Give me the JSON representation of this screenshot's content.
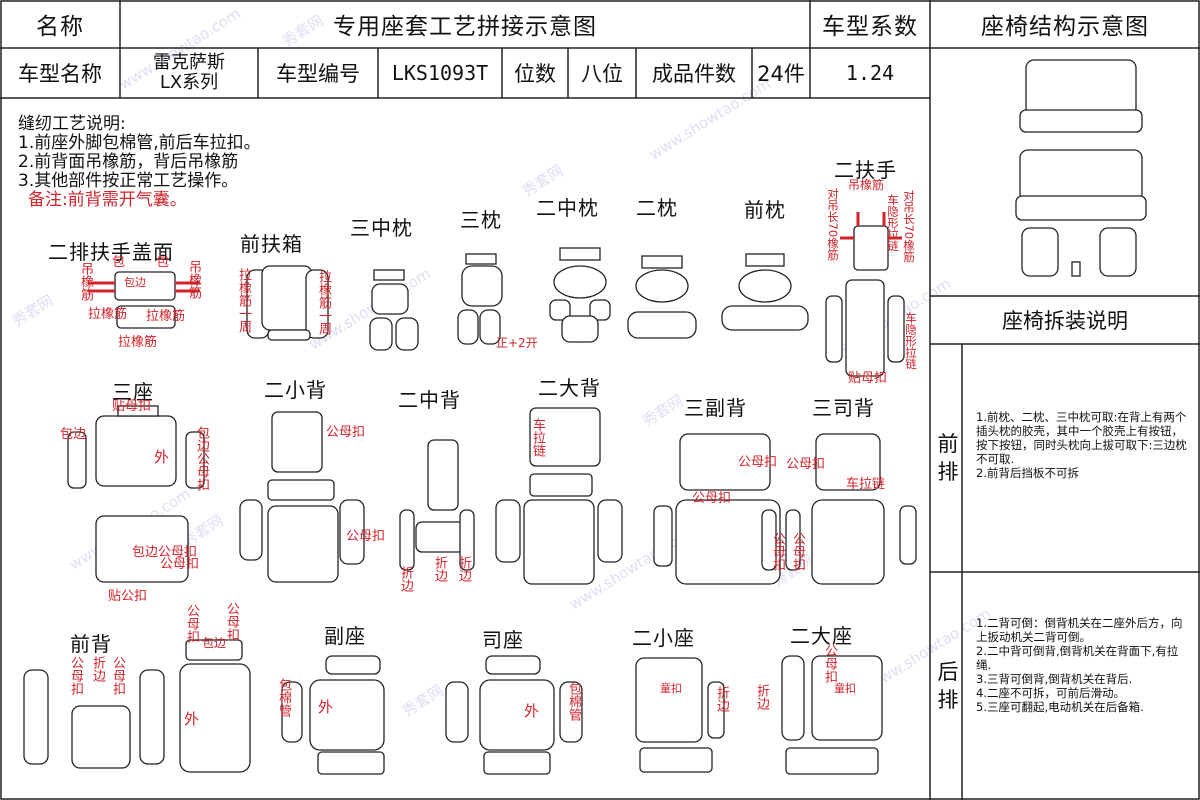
{
  "header": {
    "name_label": "名称",
    "title": "专用座套工艺拼接示意图",
    "coef_label": "车型系数",
    "structure_label": "座椅结构示意图",
    "model_name_label": "车型名称",
    "model_name_line1": "雷克萨斯",
    "model_name_line2": "LX系列",
    "model_code_label": "车型编号",
    "model_code": "LKS1093T",
    "seats_label": "位数",
    "seats": "八位",
    "pieces_label": "成品件数",
    "pieces": "24件",
    "coef": "1.24"
  },
  "notes": {
    "title": "缝纫工艺说明:",
    "items": [
      "1.前座外脚包棉管,前后车拉扣。",
      "2.前背面吊橡筋，背后吊橡筋",
      "3.其他部件按正常工艺操作。"
    ],
    "remark": "备注:前背需开气囊。"
  },
  "parts": {
    "armrest_cover": "二排扶手盖面",
    "front_box": "前扶箱",
    "third_mid_pillow": "三中枕",
    "third_pillow": "三枕",
    "second_mid_pillow": "二中枕",
    "second_pillow": "二枕",
    "front_pillow": "前枕",
    "second_armrest": "二扶手",
    "third_seat": "三座",
    "second_small_back": "二小背",
    "second_mid_back": "二中背",
    "second_big_back": "二大背",
    "third_passenger_back": "三副背",
    "third_driver_back": "三司背",
    "front_back": "前背",
    "passenger_seat": "副座",
    "driver_seat": "司座",
    "second_small_seat": "二小座",
    "second_big_seat": "二大座"
  },
  "annotations": {
    "hang_elastic": "吊橡筋",
    "wrap": "包",
    "wrap_edge": "包边",
    "pull_elastic": "拉橡筋",
    "pull_elastic_around": "拉橡筋一周",
    "open_2": "正+2开",
    "hang_elastic_top": "吊橡筋",
    "car_hidden_zip": "车隐形拉链",
    "hang_70": "对吊长70橡筋",
    "stick_male": "贴母扣",
    "male_female_snap": "公母扣",
    "outer": "外",
    "wrap_edge_snap": "包边公母扣",
    "stick_snap": "贴公扣",
    "car_zip": "车拉链",
    "fold_edge": "折边",
    "wrap_cotton_tube": "包棉管",
    "child_snap": "童扣"
  },
  "structure_side": {
    "front_row": "前排",
    "rear_row": "后排",
    "header": "座椅拆装说明",
    "front_text": "1.前枕、二枕、三中枕可取:在背上有两个插头枕的胶壳，其中一个胶壳上有按钮，按下按钮，同时头枕向上拔可取下:三边枕不可取.\n2.前背后挡板不可拆",
    "rear_text": "1.二背可倒：倒背机关在二座外后方，向上扳动机关二背可倒。\n2.二中背可倒背,倒背机关在背面下,有拉绳.\n3.三背可倒背,倒背机关在背后.\n4.二座不可拆，可前后滑动。\n5.三座可翻起,电动机关在后备箱."
  },
  "watermark": {
    "site": "www.showtao.com",
    "brand": "秀套网"
  },
  "colors": {
    "annotation": "#d2232a",
    "line": "#222222",
    "watermark": "#c9c2ea"
  }
}
